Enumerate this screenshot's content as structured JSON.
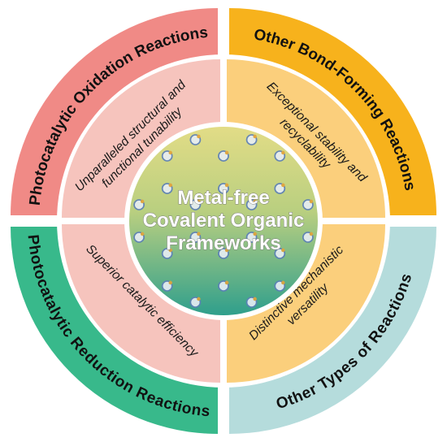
{
  "center": {
    "lines": [
      "Metal-free",
      "Covalent Organic",
      "Frameworks"
    ]
  },
  "outer": {
    "top_left": "Photocatalytic Oxidation Reactions",
    "top_right": "Other Bond-Forming Reactions",
    "bottom_left": "Photocatalytic Reduction Reactions",
    "bottom_right": "Other Types of Reactions"
  },
  "inner": {
    "top_left": [
      "Unparalleled structural and",
      "functional tunability"
    ],
    "top_right": [
      "Exceptional stability and",
      "recyclability"
    ],
    "bottom_left": [
      "Superior catalytic efficiency"
    ],
    "bottom_right": [
      "Distinctive mechanistic",
      "versatility"
    ]
  },
  "colors": {
    "outer_top_left": "#f08a86",
    "outer_top_right": "#f7b21c",
    "outer_bottom_left": "#38b98b",
    "outer_bottom_right": "#b5dcdc",
    "inner_top_left": "#f6c4bd",
    "inner_top_right": "#fbcf7c",
    "inner_bottom_left": "#f6c4bd",
    "inner_bottom_right": "#fbcf7c",
    "center_top": "#d9d97a",
    "center_bottom": "#3aa38e"
  }
}
